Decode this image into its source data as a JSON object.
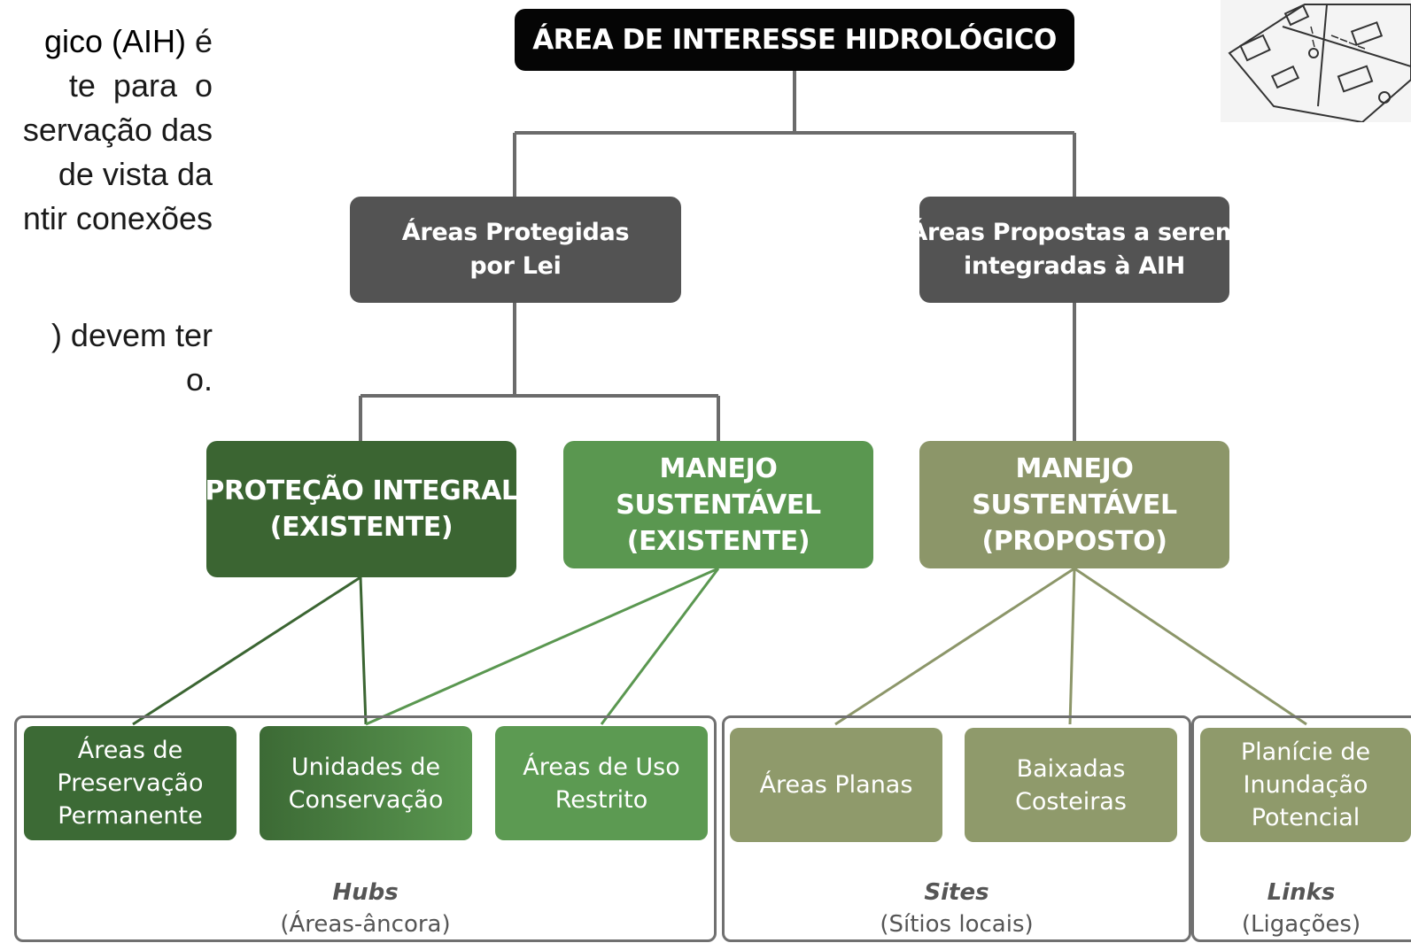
{
  "side_text": {
    "lines": [
      {
        "text": "gico (AIH)",
        "tail": " é",
        "accent": true
      },
      {
        "text": "te    para    o",
        "accent": false
      },
      {
        "text": "servação das",
        "accent": false
      },
      {
        "text": "de vista da",
        "accent": false
      },
      {
        "text": "ntir conexões",
        "accent": false
      },
      {
        "text": ") devem ter",
        "accent": false
      },
      {
        "text": "o.",
        "accent": false
      }
    ]
  },
  "root": {
    "label": "ÁREA DE INTERESSE HIDROLÓGICO"
  },
  "level2": [
    {
      "lines": [
        "Áreas Protegidas",
        "por Lei"
      ]
    },
    {
      "lines": [
        "Áreas Propostas a serem",
        "integradas à AIH"
      ]
    }
  ],
  "level3": [
    {
      "lines": [
        "PROTEÇÃO INTEGRAL",
        "(EXISTENTE)"
      ],
      "color": "#3b6532"
    },
    {
      "lines": [
        "MANEJO",
        "SUSTENTÁVEL",
        "(EXISTENTE)"
      ],
      "color": "#5a9750"
    },
    {
      "lines": [
        "MANEJO",
        "SUSTENTÁVEL",
        "(PROPOSTO)"
      ],
      "color": "#8c9669"
    }
  ],
  "leaves": [
    {
      "lines": [
        "Áreas de",
        "Preservação",
        "Permanente"
      ],
      "color": "#3c6a35"
    },
    {
      "lines": [
        "Unidades de",
        "Conservação"
      ],
      "color": "#4a7f41"
    },
    {
      "lines": [
        "Áreas de Uso",
        "Restrito"
      ],
      "color": "#5c9a52"
    },
    {
      "lines": [
        "Áreas Planas"
      ],
      "color": "#8f9a6b"
    },
    {
      "lines": [
        "Baixadas",
        "Costeiras"
      ],
      "color": "#8f9a6b"
    },
    {
      "lines": [
        "Planície de",
        "Inundação",
        "Potencial"
      ],
      "color": "#8f9a6b"
    }
  ],
  "groups": [
    {
      "name": "Hubs",
      "sub": "(Áreas-âncora)"
    },
    {
      "name": "Sites",
      "sub": "(Sítios locais)"
    },
    {
      "name": "Links",
      "sub": "(Ligações)"
    }
  ],
  "colors": {
    "connector_gray": "#6b6b6b",
    "connector_dark_green": "#3b6532",
    "connector_green": "#5a9750",
    "connector_olive": "#8c9669"
  },
  "icons": {
    "corner": "city-street-sketch-icon"
  }
}
